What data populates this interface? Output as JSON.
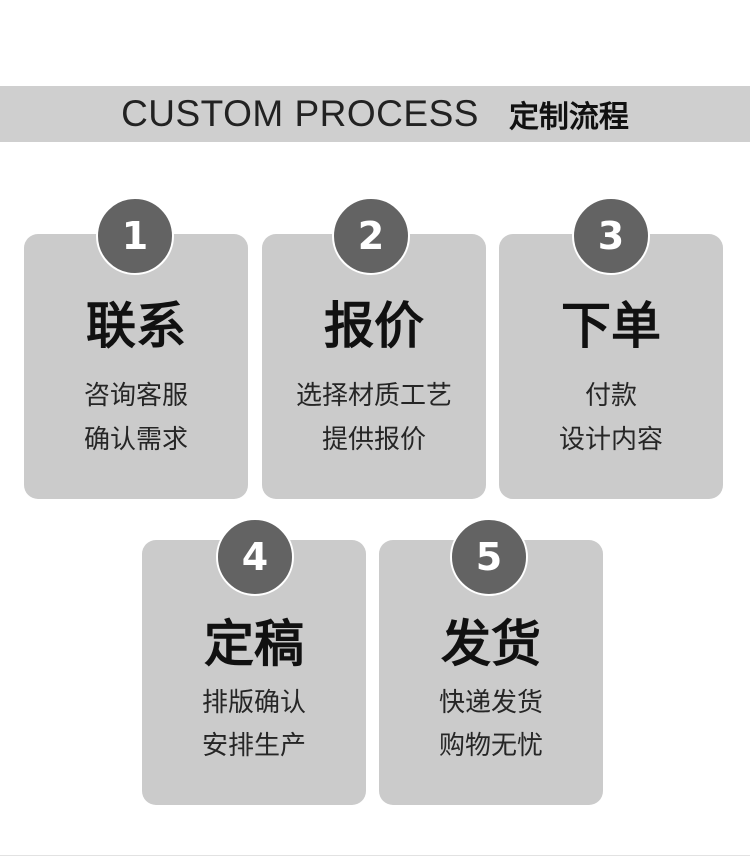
{
  "header": {
    "title_en": "CUSTOM PROCESS",
    "title_cn": "定制流程"
  },
  "steps": [
    {
      "number": "1",
      "title": "联系",
      "line1": "咨询客服",
      "line2": "确认需求"
    },
    {
      "number": "2",
      "title": "报价",
      "line1": "选择材质工艺",
      "line2": "提供报价"
    },
    {
      "number": "3",
      "title": "下单",
      "line1": "付款",
      "line2": "设计内容"
    },
    {
      "number": "4",
      "title": "定稿",
      "line1": "排版确认",
      "line2": "安排生产"
    },
    {
      "number": "5",
      "title": "发货",
      "line1": "快递发货",
      "line2": "购物无忧"
    }
  ],
  "colors": {
    "banner_bg": "#cfcfcf",
    "card_bg": "#cbcbcb",
    "badge_bg": "#636363",
    "badge_text": "#ffffff",
    "title_text": "#111111"
  }
}
